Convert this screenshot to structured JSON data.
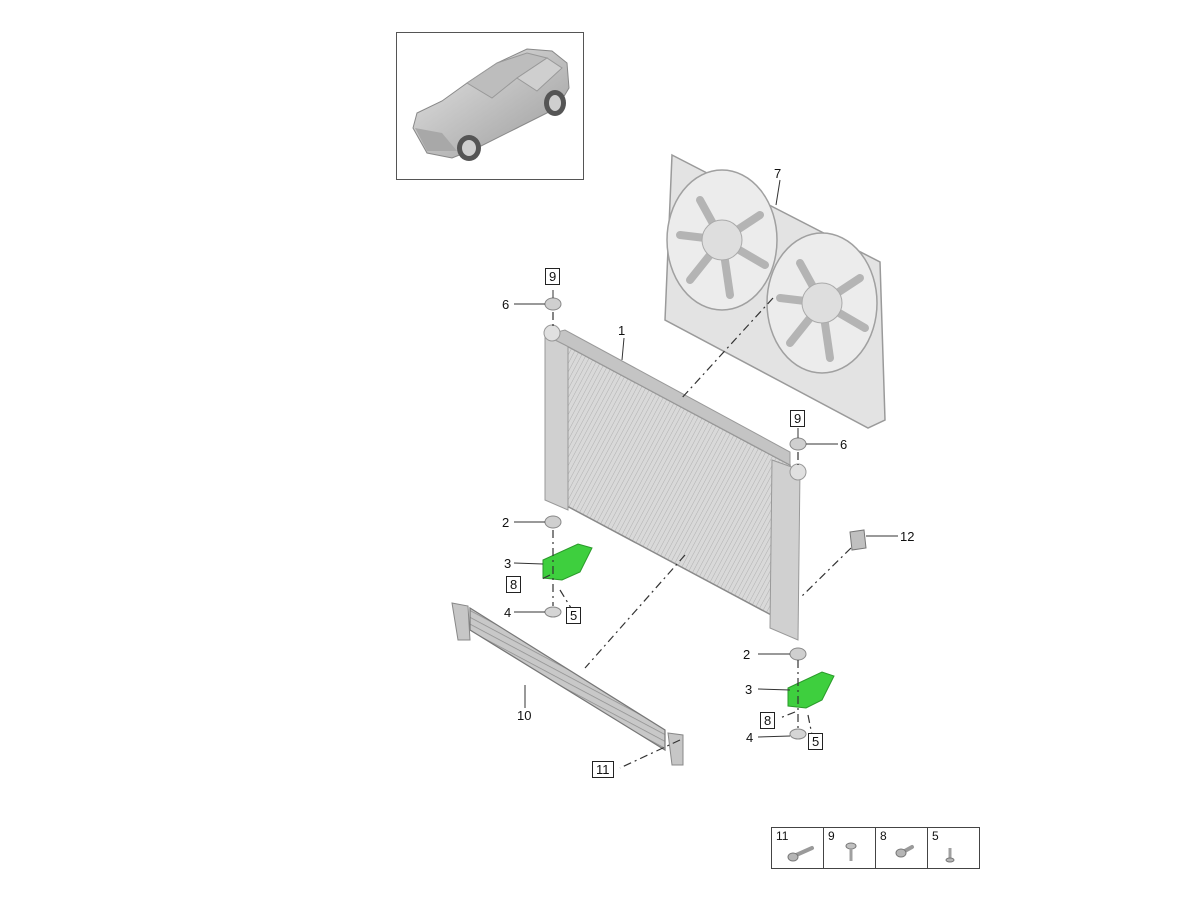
{
  "diagram": {
    "type": "exploded parts diagram",
    "subject": "Radiator and cooling fan assembly",
    "vehicle_thumbnail": "suv-vehicle-icon",
    "colors": {
      "highlight_bracket": "#3ecf3e",
      "part_gray": "#c8c8c8",
      "line": "#333333",
      "frame": "#555555"
    }
  },
  "callouts": [
    {
      "id": "c1",
      "label": "1",
      "boxed": false,
      "part": "radiator"
    },
    {
      "id": "c2a",
      "label": "2",
      "boxed": false,
      "part": "rubber-mount"
    },
    {
      "id": "c2b",
      "label": "2",
      "boxed": false,
      "part": "rubber-mount"
    },
    {
      "id": "c3a",
      "label": "3",
      "boxed": false,
      "part": "bracket"
    },
    {
      "id": "c3b",
      "label": "3",
      "boxed": false,
      "part": "bracket"
    },
    {
      "id": "c4a",
      "label": "4",
      "boxed": false,
      "part": "rubber-buffer"
    },
    {
      "id": "c4b",
      "label": "4",
      "boxed": false,
      "part": "rubber-buffer"
    },
    {
      "id": "c5a",
      "label": "5",
      "boxed": true,
      "part": "screw"
    },
    {
      "id": "c5b",
      "label": "5",
      "boxed": true,
      "part": "screw"
    },
    {
      "id": "c6a",
      "label": "6",
      "boxed": false,
      "part": "rubber-mount-top"
    },
    {
      "id": "c6b",
      "label": "6",
      "boxed": false,
      "part": "rubber-mount-top"
    },
    {
      "id": "c7",
      "label": "7",
      "boxed": false,
      "part": "fan-shroud-with-fans"
    },
    {
      "id": "c8a",
      "label": "8",
      "boxed": true,
      "part": "bolt"
    },
    {
      "id": "c8b",
      "label": "8",
      "boxed": true,
      "part": "bolt"
    },
    {
      "id": "c9a",
      "label": "9",
      "boxed": true,
      "part": "screw"
    },
    {
      "id": "c9b",
      "label": "9",
      "boxed": true,
      "part": "screw"
    },
    {
      "id": "c10",
      "label": "10",
      "boxed": false,
      "part": "auxiliary-cooler"
    },
    {
      "id": "c11",
      "label": "11",
      "boxed": true,
      "part": "bolt"
    },
    {
      "id": "c12",
      "label": "12",
      "boxed": false,
      "part": "cap"
    }
  ],
  "legend": {
    "items": [
      {
        "label": "11",
        "icon": "long-bolt-icon"
      },
      {
        "label": "9",
        "icon": "screw-icon"
      },
      {
        "label": "8",
        "icon": "short-bolt-icon"
      },
      {
        "label": "5",
        "icon": "pin-screw-icon"
      }
    ]
  }
}
